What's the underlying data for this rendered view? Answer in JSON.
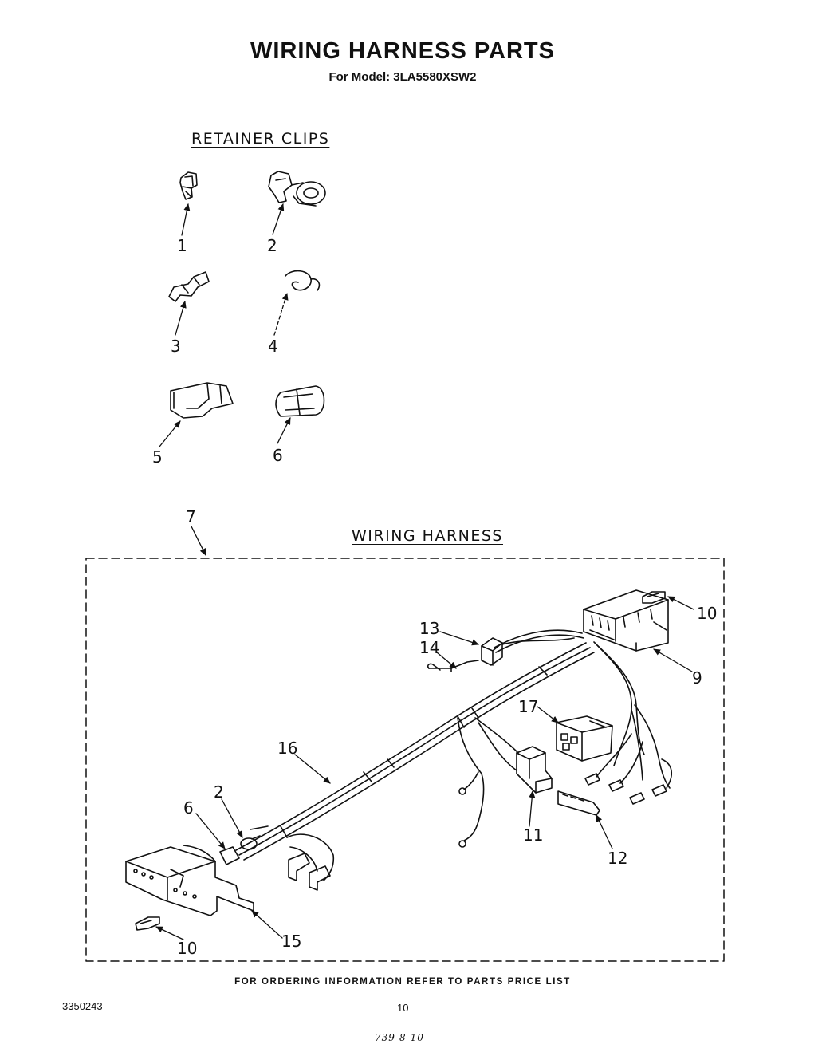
{
  "title": "WIRING HARNESS PARTS",
  "subtitle": "For Model: 3LA5580XSW2",
  "retainer_clips": {
    "heading": "RETAINER CLIPS",
    "callouts": [
      "1",
      "2",
      "3",
      "4",
      "5",
      "6"
    ]
  },
  "wiring_harness": {
    "heading": "WIRING HARNESS",
    "assembly_callout": "7",
    "callouts": {
      "c2": "2",
      "c6": "6",
      "c9": "9",
      "c10_top": "10",
      "c10_bottom": "10",
      "c11": "11",
      "c12": "12",
      "c13": "13",
      "c14": "14",
      "c15": "15",
      "c16": "16",
      "c17": "17"
    }
  },
  "footer_note": "FOR ORDERING INFORMATION REFER TO PARTS PRICE LIST",
  "doc_number": "3350243",
  "page_number": "10",
  "handwritten_code": "739-8-10"
}
